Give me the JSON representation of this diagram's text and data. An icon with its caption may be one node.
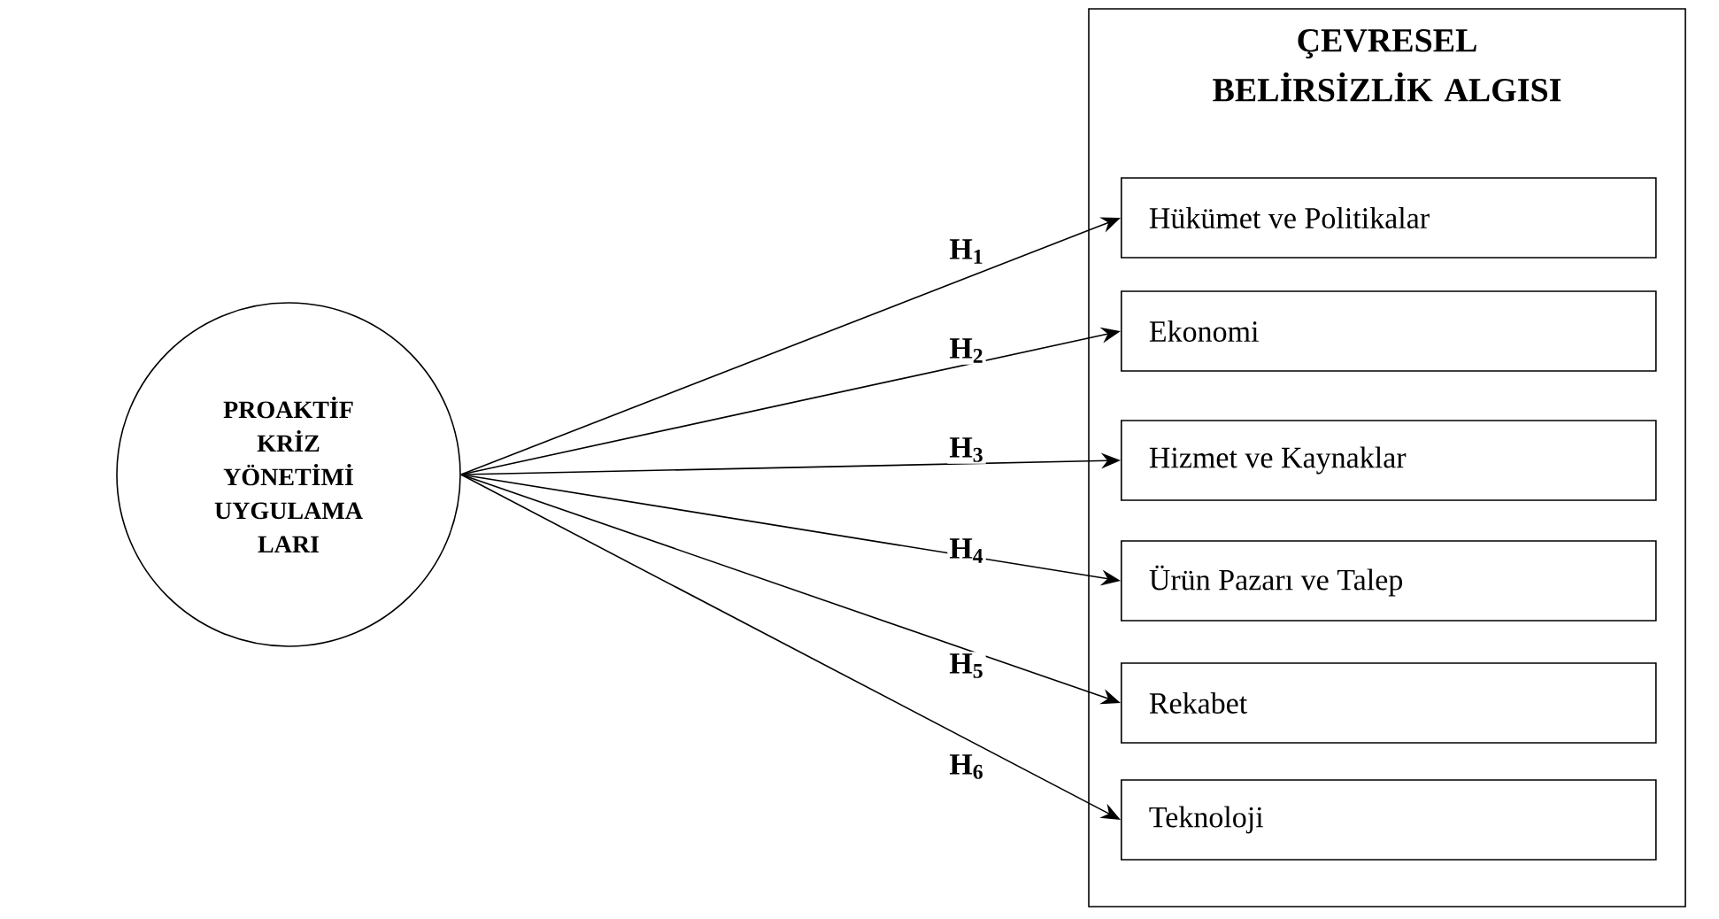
{
  "diagram": {
    "nodes": [
      {
        "text": [
          "PROAKTİF KRİZ YÖNETİMİ UYGULAMA LARI"
        ]
      },
      {
        "text": [
          "ÇEVRESEL BELİRSİZLİK ALGISI"
        ]
      },
      {
        "text": [
          "Hükümet ve Politikalar"
        ],
        "in": 1
      },
      {
        "text": [
          "Ekonomi"
        ],
        "in": 1
      },
      {
        "text": [
          "Hizmet ve Kaynaklar"
        ],
        "in": 1
      },
      {
        "text": [
          "Ürün Pazarı ve Talep"
        ],
        "in": 1
      },
      {
        "text": [
          "Rekabet"
        ],
        "in": 1
      },
      {
        "text": [
          "Teknoloji"
        ],
        "in": 1
      }
    ],
    "edges": [
      {
        "from": 0,
        "to": 2,
        "arrow": "to",
        "label": "H$_{1}$"
      },
      {
        "from": 0,
        "to": 3,
        "arrow": "to",
        "label": "H$_{2}$"
      },
      {
        "from": 0,
        "to": 4,
        "arrow": "to",
        "label": "H$_{3}$"
      },
      {
        "from": 0,
        "to": 5,
        "arrow": "to",
        "label": "H$_{4}$"
      },
      {
        "from": 0,
        "to": 6,
        "arrow": "to",
        "label": "H$_{5}$"
      },
      {
        "from": 0,
        "to": 7,
        "arrow": "to",
        "label": "H$_{6}$"
      }
    ]
  }
}
